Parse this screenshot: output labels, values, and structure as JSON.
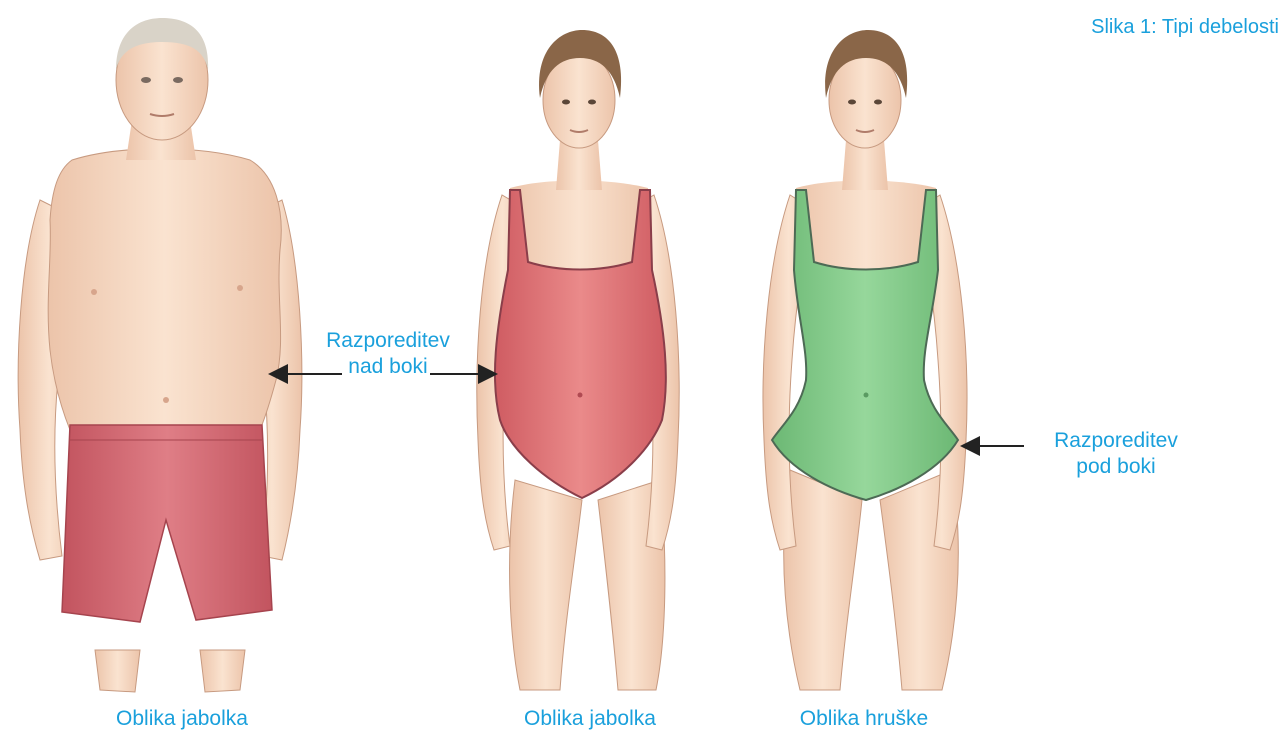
{
  "figure": {
    "title": "Slika 1: Tipi debelosti"
  },
  "annotations": {
    "above_hips_line1": "Razporeditev",
    "above_hips_line2": "nad boki",
    "below_hips_line1": "Razporeditev",
    "below_hips_line2": "pod boki"
  },
  "captions": {
    "man": "Oblika jabolka",
    "woman_apple": "Oblika jabolka",
    "woman_pear": "Oblika hruške"
  },
  "colors": {
    "label": "#1aa0dc",
    "skin": "#f6dcc6",
    "skin_shadow": "#e8bfa3",
    "hair_man": "#d9d3c8",
    "hair_woman": "#8a6648",
    "shorts": "#d36a72",
    "swimsuit_apple": "#df6f72",
    "swimsuit_pear": "#7fc985",
    "outline": "#6a4a40"
  }
}
